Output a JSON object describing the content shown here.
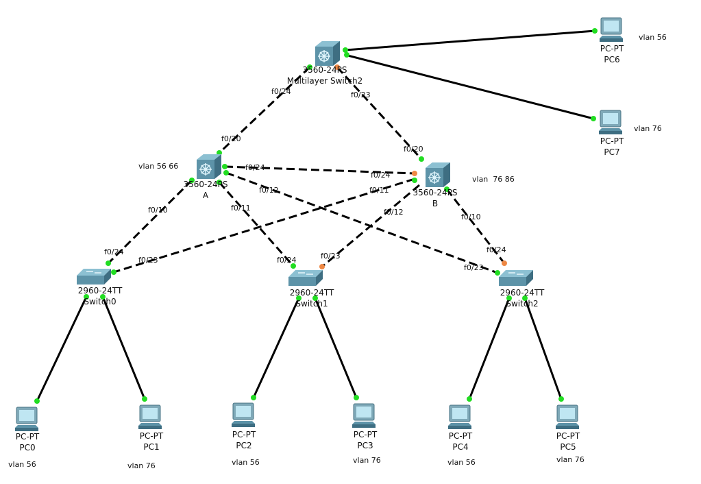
{
  "colors": {
    "link_up": "#22dd22",
    "link_blocking": "#ee8844",
    "cable": "#000000",
    "device_body": "#5d93a8",
    "device_dark": "#3e6e82",
    "pc_screen": "#bfe6f2"
  },
  "devices": {
    "ms2": {
      "icon": "multilayer-switch-icon",
      "model": "3560-24PS",
      "name": "Multilayer Switch2"
    },
    "msA": {
      "icon": "multilayer-switch-icon",
      "model": "3560-24PS",
      "name": "A"
    },
    "msB": {
      "icon": "multilayer-switch-icon",
      "model": "3560-24PS",
      "name": "B"
    },
    "sw0": {
      "icon": "switch-icon",
      "model": "2960-24TT",
      "name": "Switch0"
    },
    "sw1": {
      "icon": "switch-icon",
      "model": "2960-24TT",
      "name": "Switch1"
    },
    "sw2": {
      "icon": "switch-icon",
      "model": "2960-24TT",
      "name": "Switch2"
    },
    "pc0": {
      "icon": "pc-icon",
      "model": "PC-PT",
      "name": "PC0"
    },
    "pc1": {
      "icon": "pc-icon",
      "model": "PC-PT",
      "name": "PC1"
    },
    "pc2": {
      "icon": "pc-icon",
      "model": "PC-PT",
      "name": "PC2"
    },
    "pc3": {
      "icon": "pc-icon",
      "model": "PC-PT",
      "name": "PC3"
    },
    "pc4": {
      "icon": "pc-icon",
      "model": "PC-PT",
      "name": "PC4"
    },
    "pc5": {
      "icon": "pc-icon",
      "model": "PC-PT",
      "name": "PC5"
    },
    "pc6": {
      "icon": "pc-icon",
      "model": "PC-PT",
      "name": "PC6"
    },
    "pc7": {
      "icon": "pc-icon",
      "model": "PC-PT",
      "name": "PC7"
    }
  },
  "vlan_notes": {
    "pc0": "vlan 56",
    "pc1": "vlan 76",
    "pc2": "vlan 56",
    "pc3": "vlan 76",
    "pc4": "vlan 56",
    "pc5": "vlan 76",
    "pc6": "vlan 56",
    "pc7": "vlan 76",
    "msA": "vlan 56 66",
    "msB": "vlan  76 86"
  },
  "port_labels": {
    "ms2_f024": "f0/24",
    "ms2_f023": "f0/23",
    "a_f020": "f0/20",
    "a_f024": "f0/24",
    "a_f012": "f0/12",
    "a_f010": "f0/10",
    "a_f011": "f0/11",
    "b_f020": "f0/20",
    "b_f024": "f0/24",
    "b_f011": "f0/11",
    "b_f012": "f0/12",
    "b_f010": "f0/10",
    "sw0_f024": "f0/24",
    "sw0_f023": "f0/23",
    "sw1_f024": "f0/24",
    "sw1_f023": "f0/23",
    "sw2_f024": "f0/24",
    "sw2_f023": "f0/23"
  }
}
